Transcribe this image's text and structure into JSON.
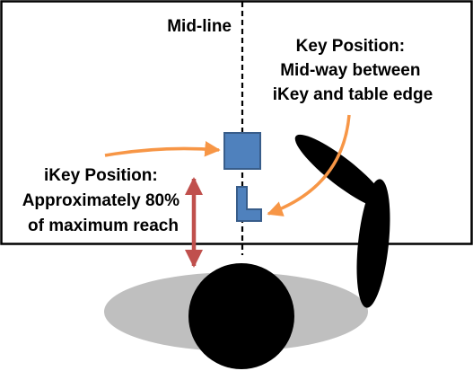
{
  "labels": {
    "midline": "Mid-line",
    "key_position": [
      "Key Position:",
      "Mid-way between",
      "iKey and table edge"
    ],
    "ikey_position": [
      "iKey Position:",
      "Approximately 80%",
      "of maximum reach"
    ]
  },
  "colors": {
    "key_fill": "#4f81bd",
    "key_stroke": "#385d8a",
    "callout_arrow": "#f79646",
    "reach_arrow": "#c0504d",
    "person": "#000000",
    "shadow": "#bfbfbf",
    "table_outline": "#000000"
  }
}
